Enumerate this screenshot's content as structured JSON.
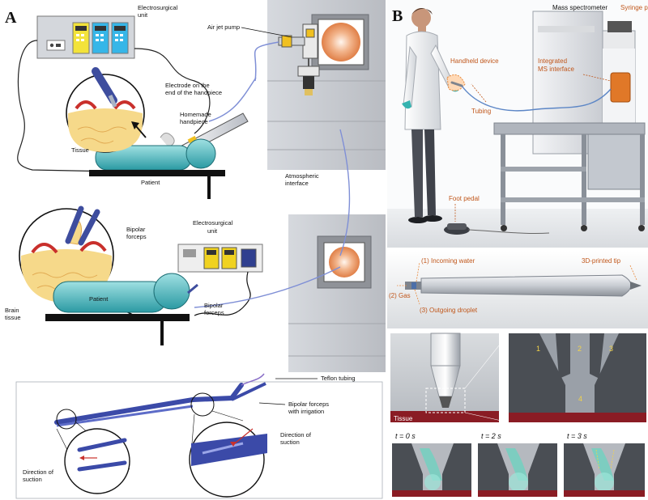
{
  "panel_a": {
    "letter": "A",
    "labels": {
      "electrosurgical_unit": "Electrosurgical\nunit",
      "air_jet_pump": "Air jet pump",
      "electrode": "Electrode on the\nend of the handpiece",
      "homemade_handpiece": "Homemade\nhandpiece",
      "tissue": "Tissue",
      "patient_top": "Patient",
      "atmospheric_interface": "Atmospheric\ninterface",
      "electrosurgical_unit_2": "Electrosurgical\nunit",
      "bipolar_forceps_top": "Bipolar\nforceps",
      "brain_tissue": "Brain\ntissue",
      "patient_bottom": "Patient",
      "bipolar_forceps_bottom": "Bipolar\nforceps",
      "teflon_tubing": "Teflon tubing",
      "bipolar_forceps_irrigation": "Bipolar forceps\nwith irrigation",
      "direction_suction_left": "Direction of\nsuction",
      "direction_suction_right": "Direction of\nsuction"
    }
  },
  "panel_b": {
    "letter": "B",
    "labels": {
      "mass_spectrometer": "Mass spectrometer",
      "syringe_pump": "Syringe pump",
      "handheld_device": "Handheld device",
      "integrated_ms": "Integrated\nMS interface",
      "tubing": "Tubing",
      "foot_pedal": "Foot pedal"
    }
  },
  "panel_c": {
    "labels": {
      "incoming_water": "(1) Incoming water",
      "gas": "(2) Gas",
      "outgoing_droplet": "(3) Outgoing droplet",
      "tip": "3D-printed tip"
    }
  },
  "panel_d": {
    "tissue": "Tissue",
    "channels": [
      "1",
      "2",
      "3",
      "4"
    ],
    "times": [
      "t = 0 s",
      "t = 2 s",
      "t = 3 s"
    ]
  },
  "colors": {
    "tube": "#7f8fd6",
    "patient": "#3fb0b8",
    "tissue": "#f6d98a",
    "tissue_edge": "#c9302c",
    "orange_label": "#c0561a",
    "forceps": "#3b4aa8"
  }
}
